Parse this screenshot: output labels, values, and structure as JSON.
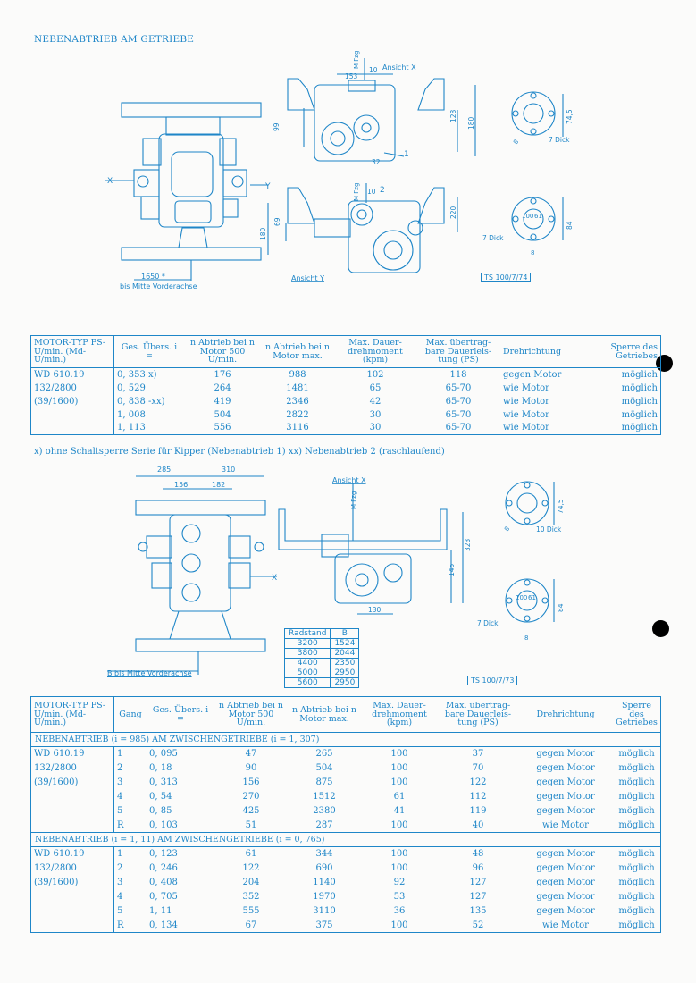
{
  "title": "NEBENABTRIEB AM GETRIEBE",
  "drawing1": {
    "labels": {
      "ansicht_x": "Ansicht X",
      "ansicht_y": "Ansicht Y",
      "dim_1650": "1650 *",
      "bis_mitte": "bis Mitte Vorderachse",
      "x": "X",
      "y": "Y",
      "d153": "153",
      "d10a": "10",
      "mfzg": "M Fzg",
      "d99": "99",
      "d128": "128",
      "d180a": "180",
      "d32": "32",
      "n1": "1",
      "n2": "2",
      "d10b": "10",
      "d69": "69",
      "d180b": "180",
      "d220": "220",
      "d745": "74,5",
      "d8a": "8",
      "dick7a": "7 Dick",
      "d84": "84",
      "dick7b": "7 Dick",
      "d8b": "8",
      "d100": "100",
      "d61": "61",
      "stamp": "TS 100/7/74"
    }
  },
  "table1": {
    "headers": [
      "MOTOR-TYP PS-U/min. (Md-U/min.)",
      "Ges. Übers. i =",
      "n Abtrieb bei n Motor 500 U/min.",
      "n Abtrieb bei n Motor max.",
      "Max. Dauer- drehmoment (kpm)",
      "Max. übertrag- bare Dauerleis- tung (PS)",
      "Drehrichtung",
      "Sperre des Getriebes"
    ],
    "motor": [
      "WD 610.19",
      "132/2800",
      "(39/1600)",
      "",
      ""
    ],
    "rows": [
      [
        "0, 353  x)",
        "176",
        "988",
        "102",
        "118",
        "gegen Motor",
        "möglich"
      ],
      [
        "0, 529",
        "264",
        "1481",
        "65",
        "65-70",
        "wie Motor",
        "möglich"
      ],
      [
        "0, 838 -xx)",
        "419",
        "2346",
        "42",
        "65-70",
        "wie Motor",
        "möglich"
      ],
      [
        "1, 008",
        "504",
        "2822",
        "30",
        "65-70",
        "wie Motor",
        "möglich"
      ],
      [
        "1, 113",
        "556",
        "3116",
        "30",
        "65-70",
        "wie Motor",
        "möglich"
      ]
    ]
  },
  "note": "x) ohne  Schaltsperre Serie für Kipper (Nebenabtrieb 1)      xx) Nebenabtrieb 2 (raschlaufend)",
  "drawing2": {
    "labels": {
      "d285": "285",
      "d310": "310",
      "d156": "156",
      "d182": "182",
      "ansicht_x": "Ansicht X",
      "mfzg": "M Fzg",
      "x": "X",
      "d323": "323",
      "d145": "145",
      "d130": "130",
      "d745": "74,5",
      "dick10": "10 Dick",
      "d8a": "8",
      "d84": "84",
      "dick7": "7 Dick",
      "d8b": "8",
      "d100": "100",
      "d61": "61",
      "bis_mitte": "B bis Mitte Vorderachse",
      "stamp": "TS 100/7/73"
    },
    "radstand": {
      "headers": [
        "Radstand",
        "B"
      ],
      "rows": [
        [
          "3200",
          "1524"
        ],
        [
          "3800",
          "2044"
        ],
        [
          "4400",
          "2350"
        ],
        [
          "5000",
          "2950"
        ],
        [
          "5600",
          "2950"
        ]
      ]
    }
  },
  "table2": {
    "headers": [
      "MOTOR-TYP PS-U/min. (Md-U/min.)",
      "Gang",
      "Ges. Übers. i =",
      "n Abtrieb bei n Motor 500 U/min.",
      "n Abtrieb bei n Motor max.",
      "Max. Dauer- drehmoment (kpm)",
      "Max. übertrag- bare Dauerleis- tung (PS)",
      "Drehrichtung",
      "Sperre des Getriebes"
    ],
    "section1": "NEBENABTRIEB (i = 985) AM  ZWISCHENGETRIEBE (i = 1, 307)",
    "section2": "NEBENABTRIEB (i = 1, 11) AM  ZWISCHENGETRIEBE (i = 0, 765)",
    "motor": [
      "WD 610.19",
      "132/2800",
      "(39/1600)",
      "",
      "",
      ""
    ],
    "rows1": [
      [
        "1",
        "0, 095",
        "47",
        "265",
        "100",
        "37",
        "gegen Motor",
        "möglich"
      ],
      [
        "2",
        "0, 18",
        "90",
        "504",
        "100",
        "70",
        "gegen Motor",
        "möglich"
      ],
      [
        "3",
        "0, 313",
        "156",
        "875",
        "100",
        "122",
        "gegen Motor",
        "möglich"
      ],
      [
        "4",
        "0, 54",
        "270",
        "1512",
        "61",
        "112",
        "gegen Motor",
        "möglich"
      ],
      [
        "5",
        "0, 85",
        "425",
        "2380",
        "41",
        "119",
        "gegen Motor",
        "möglich"
      ],
      [
        "R",
        "0, 103",
        "51",
        "287",
        "100",
        "40",
        "wie Motor",
        "möglich"
      ]
    ],
    "rows2": [
      [
        "1",
        "0, 123",
        "61",
        "344",
        "100",
        "48",
        "gegen Motor",
        "möglich"
      ],
      [
        "2",
        "0, 246",
        "122",
        "690",
        "100",
        "96",
        "gegen Motor",
        "möglich"
      ],
      [
        "3",
        "0, 408",
        "204",
        "1140",
        "92",
        "127",
        "gegen Motor",
        "möglich"
      ],
      [
        "4",
        "0, 705",
        "352",
        "1970",
        "53",
        "127",
        "gegen Motor",
        "möglich"
      ],
      [
        "5",
        "1, 11",
        "555",
        "3110",
        "36",
        "135",
        "gegen Motor",
        "möglich"
      ],
      [
        "R",
        "0, 134",
        "67",
        "375",
        "100",
        "52",
        "wie Motor",
        "möglich"
      ]
    ]
  },
  "colors": {
    "ink": "#1e86c8",
    "paper": "#fbfbfa",
    "hole": "#000000"
  }
}
